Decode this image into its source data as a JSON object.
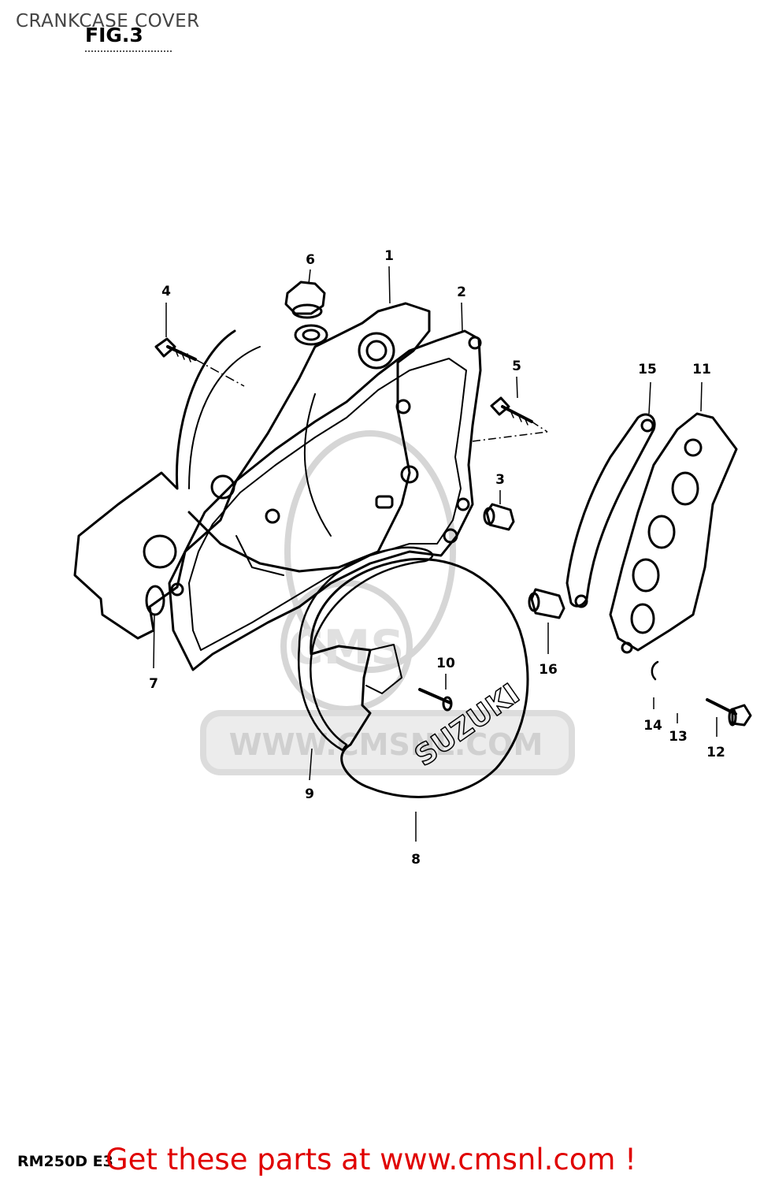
{
  "header": {
    "title": "CRANKCASE COVER",
    "figure_label": "FIG.3"
  },
  "callouts": [
    {
      "id": "1",
      "label": "1"
    },
    {
      "id": "2",
      "label": "2"
    },
    {
      "id": "3",
      "label": "3"
    },
    {
      "id": "4",
      "label": "4"
    },
    {
      "id": "5",
      "label": "5"
    },
    {
      "id": "6",
      "label": "6"
    },
    {
      "id": "7",
      "label": "7"
    },
    {
      "id": "8",
      "label": "8"
    },
    {
      "id": "9",
      "label": "9"
    },
    {
      "id": "10",
      "label": "10"
    },
    {
      "id": "11",
      "label": "11"
    },
    {
      "id": "12",
      "label": "12"
    },
    {
      "id": "13",
      "label": "13"
    },
    {
      "id": "14",
      "label": "14"
    },
    {
      "id": "15",
      "label": "15"
    },
    {
      "id": "16",
      "label": "16"
    }
  ],
  "watermark": {
    "text": "WWW.CMSNL.COM",
    "badge": "CMS"
  },
  "cover_brand": "SUZUKI",
  "footer": {
    "model": "RM250D E3",
    "promo": "Get these parts at www.cmsnl.com !"
  },
  "colors": {
    "line": "#000000",
    "watermark": "#dcdcdc",
    "promo": "#e00000"
  }
}
